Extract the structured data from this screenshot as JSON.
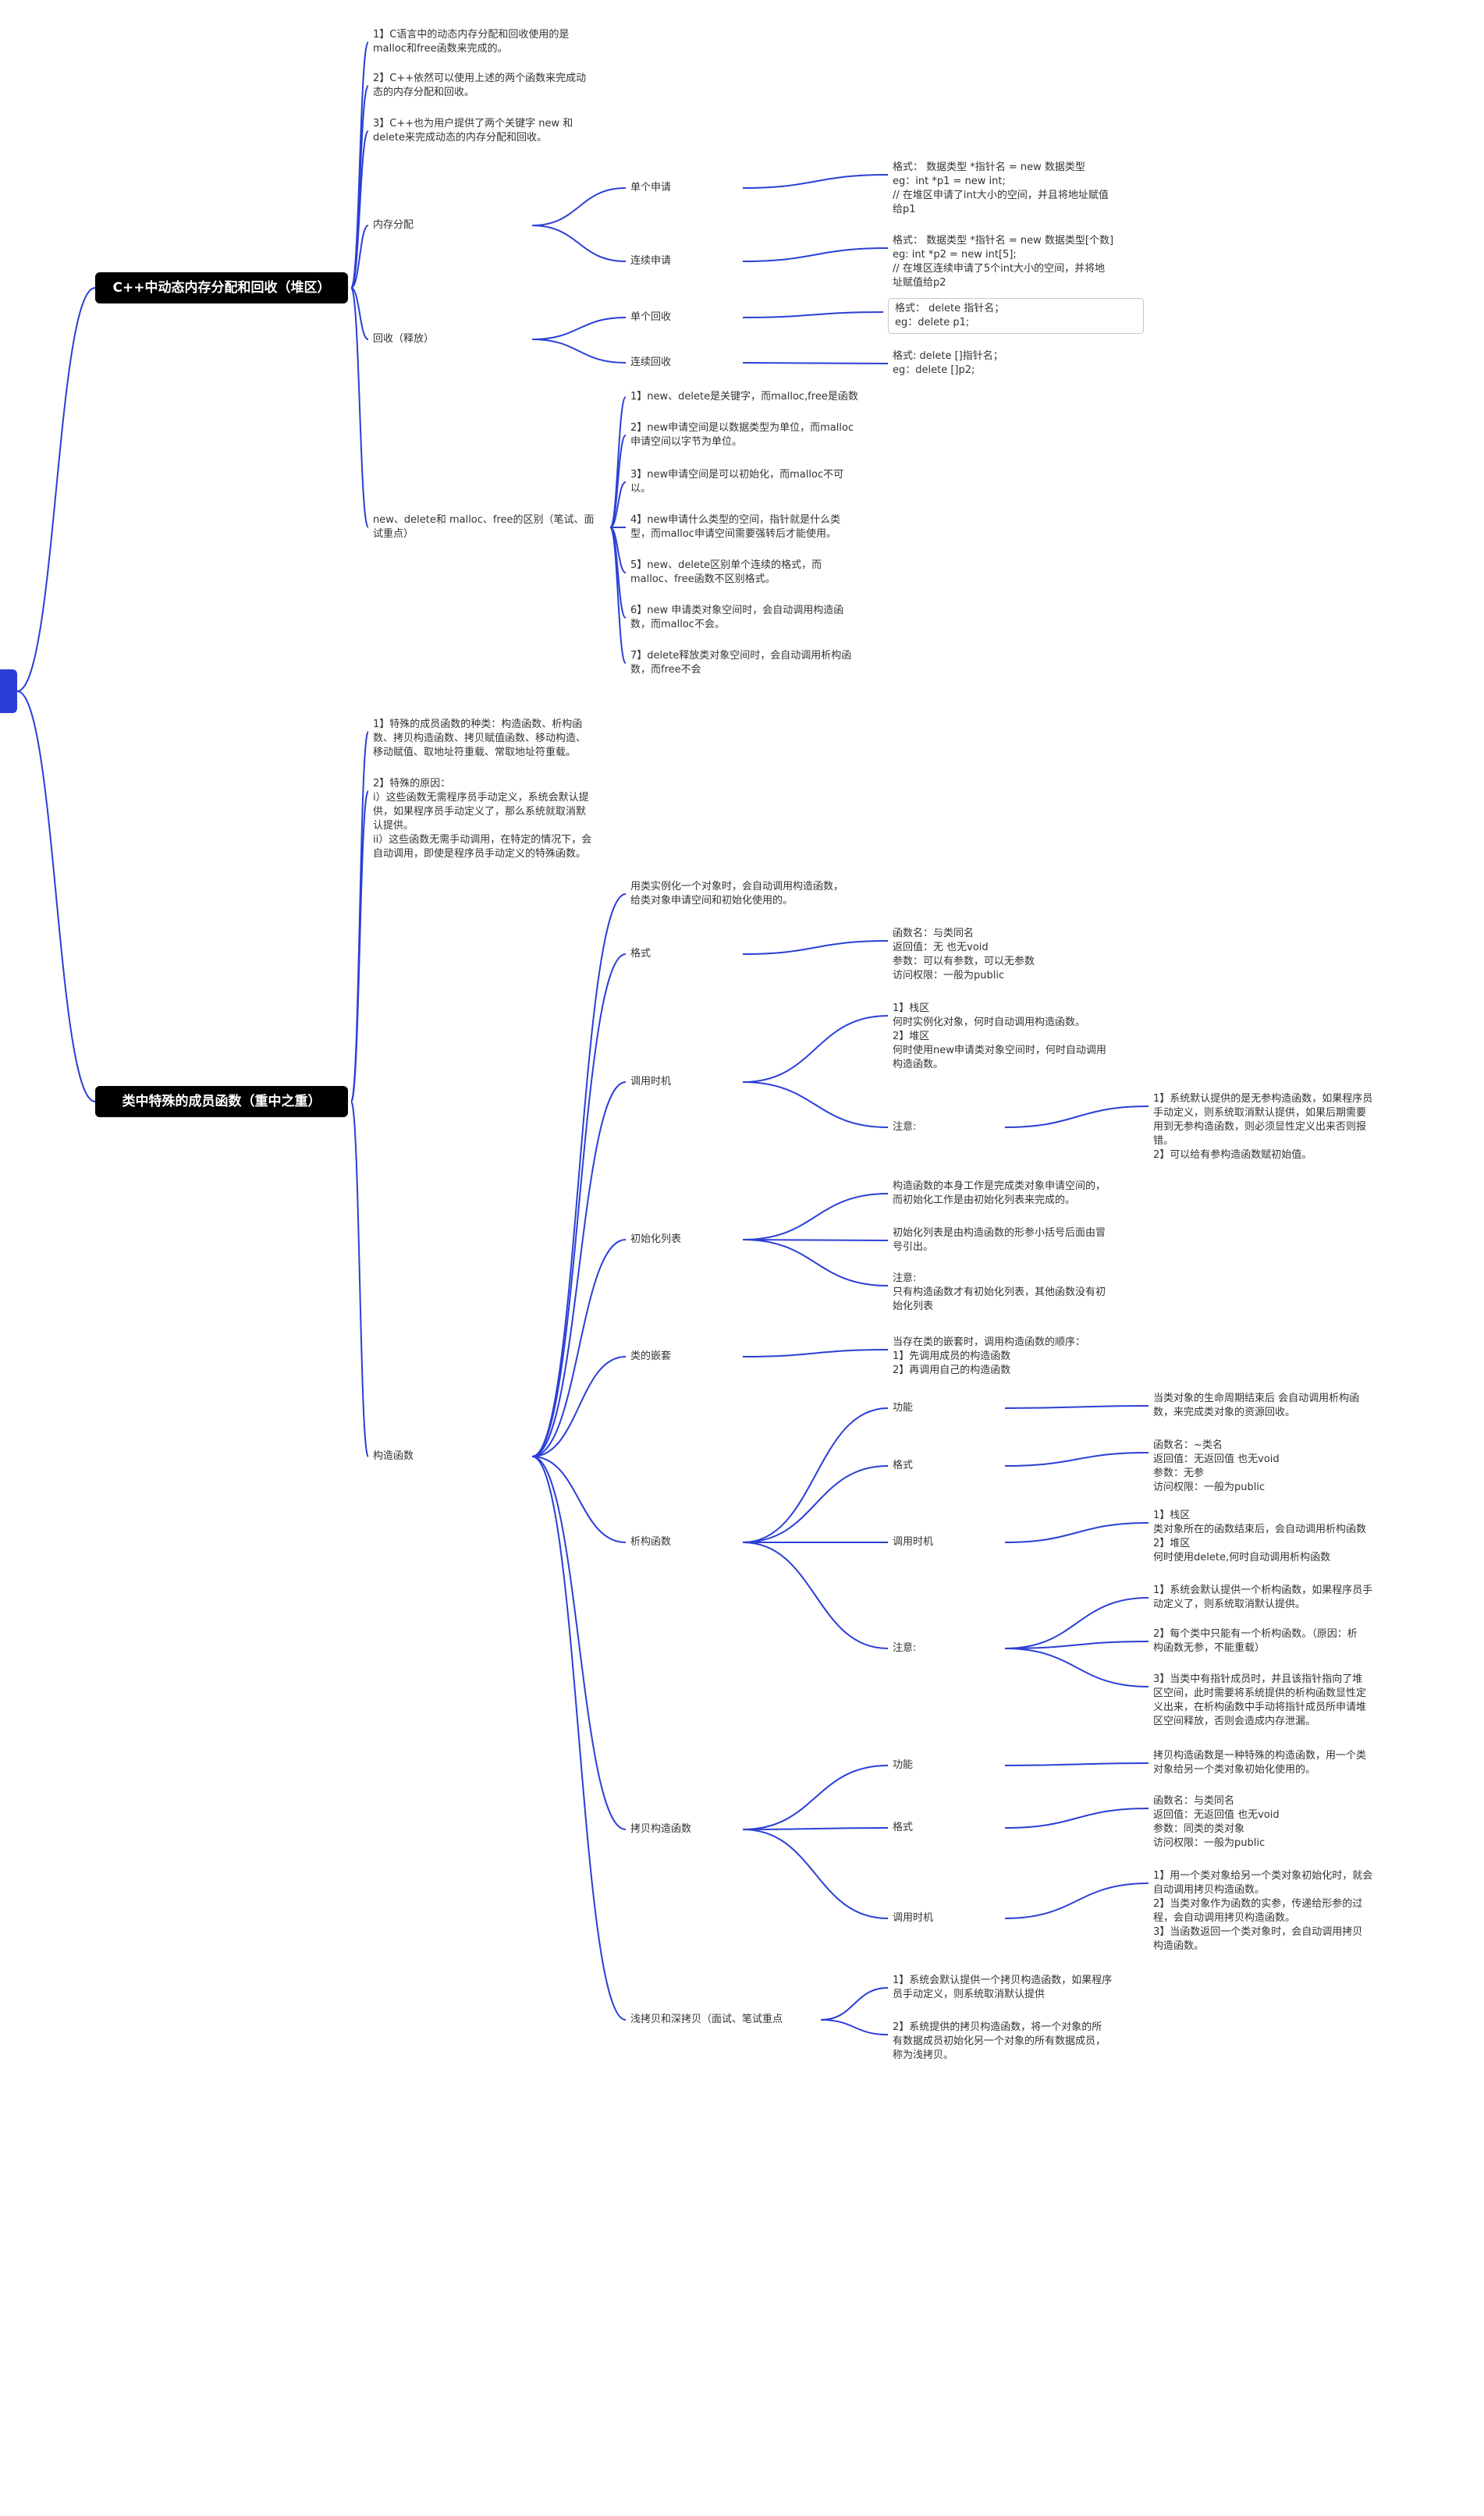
{
  "colors": {
    "line": "#2b3fd6",
    "topic_bg": "#000000",
    "topic_fg": "#ffffff",
    "root": "#2b3fd6"
  },
  "topics": {
    "t1": "C++中动态内存分配和回收（堆区）",
    "t2": "类中特殊的成员函数（重中之重）"
  },
  "n": {
    "c1": [
      "1】C语言中的动态内存分配和回收使用的是",
      "malloc和free函数来完成的。"
    ],
    "c2": [
      "2】C++依然可以使用上述的两个函数来完成动",
      "态的内存分配和回收。"
    ],
    "c3": [
      "3】C++也为用户提供了两个关键字 new 和",
      "delete来完成动态的内存分配和回收。"
    ],
    "alloc": [
      "内存分配"
    ],
    "alloc_single": [
      "单个申请"
    ],
    "alloc_single_d": [
      "格式：  数据类型 *指针名 = new 数据类型",
      "eg：int *p1 = new int;",
      "// 在堆区申请了int大小的空间，并且将地址赋值",
      "给p1"
    ],
    "alloc_multi": [
      "连续申请"
    ],
    "alloc_multi_d": [
      "格式：   数据类型 *指针名 = new 数据类型[个数]",
      "eg: int *p2 = new int[5];",
      "// 在堆区连续申请了5个int大小的空间，并将地",
      "址赋值给p2"
    ],
    "free": [
      "回收（释放）"
    ],
    "free_single": [
      "单个回收"
    ],
    "free_single_d": [
      "格式：  delete 指针名；",
      "eg：delete p1;"
    ],
    "free_multi": [
      "连续回收"
    ],
    "free_multi_d": [
      "格式: delete []指针名；",
      "eg：delete []p2;"
    ],
    "diff": [
      "new、delete和 malloc、free的区别（笔试、面",
      "试重点）"
    ],
    "d1": [
      "1】new、delete是关键字，而malloc,free是函数"
    ],
    "d2": [
      "2】new申请空间是以数据类型为单位，而malloc",
      "申请空间以字节为单位。"
    ],
    "d3": [
      "3】new申请空间是可以初始化，而malloc不可",
      "以。"
    ],
    "d4": [
      "4】new申请什么类型的空间，指针就是什么类",
      "型，而malloc申请空间需要强转后才能使用。"
    ],
    "d5": [
      "5】new、delete区别单个连续的格式，而",
      "malloc、free函数不区别格式。"
    ],
    "d6": [
      "6】new 申请类对象空间时，会自动调用构造函",
      "数，而malloc不会。"
    ],
    "d7": [
      "7】delete释放类对象空间时，会自动调用析构函",
      "数，而free不会"
    ],
    "s1": [
      "1】特殊的成员函数的种类：构造函数、析构函",
      "数、拷贝构造函数、拷贝赋值函数、移动构造、",
      "移动赋值、取地址符重载、常取地址符重载。"
    ],
    "s2": [
      "2】特殊的原因：",
      "i）这些函数无需程序员手动定义，系统会默认提",
      "供，如果程序员手动定义了，那么系统就取消默",
      "认提供。",
      "ii）这些函数无需手动调用，在特定的情况下，会",
      "自动调用，即使是程序员手动定义的特殊函数。"
    ],
    "ctor": [
      "构造函数"
    ],
    "ctor_d": [
      "用类实例化一个对象时，会自动调用构造函数，",
      "给类对象申请空间和初始化使用的。"
    ],
    "fmt": [
      "格式"
    ],
    "fmt_d": [
      "函数名：与类同名",
      "返回值：无 也无void",
      "参数：可以有参数，可以无参数",
      "访问权限：一般为public"
    ],
    "call": [
      "调用时机"
    ],
    "call_d1": [
      "1】栈区",
      "何时实例化对象，何时自动调用构造函数。",
      "2】堆区",
      "何时使用new申请类对象空间时，何时自动调用",
      "构造函数。"
    ],
    "note": [
      "注意:"
    ],
    "note_d": [
      "1】系统默认提供的是无参构造函数，如果程序员",
      "手动定义，则系统取消默认提供，如果后期需要",
      "用到无参构造函数，则必须显性定义出来否则报",
      "错。",
      "2】可以给有参构造函数赋初始值。"
    ],
    "init": [
      "初始化列表"
    ],
    "init_d1": [
      "构造函数的本身工作是完成类对象申请空间的，",
      "而初始化工作是由初始化列表来完成的。"
    ],
    "init_d2": [
      "初始化列表是由构造函数的形参小括号后面由冒",
      "号引出。"
    ],
    "init_d3": [
      "注意:",
      "只有构造函数才有初始化列表，其他函数没有初",
      "始化列表"
    ],
    "nest": [
      "类的嵌套"
    ],
    "nest_d": [
      "当存在类的嵌套时，调用构造函数的顺序：",
      "1】先调用成员的构造函数",
      "2】再调用自己的构造函数"
    ],
    "dtor": [
      "析构函数"
    ],
    "dtor_func": [
      "功能"
    ],
    "dtor_func_d": [
      "当类对象的生命周期结束后 会自动调用析构函",
      "数，来完成类对象的资源回收。"
    ],
    "dtor_fmt": [
      "格式"
    ],
    "dtor_fmt_d": [
      "函数名：~类名",
      "返回值：无返回值 也无void",
      "参数：无参",
      "访问权限：一般为public"
    ],
    "dtor_call": [
      "调用时机"
    ],
    "dtor_call_d": [
      "1】栈区",
      "类对象所在的函数结束后，会自动调用析构函数",
      "2】堆区",
      "何时使用delete,何时自动调用析构函数"
    ],
    "dtor_note": [
      "注意:"
    ],
    "dtor_note_1": [
      "1】系统会默认提供一个析构函数，如果程序员手",
      "动定义了，则系统取消默认提供。"
    ],
    "dtor_note_2": [
      "2】每个类中只能有一个析构函数。（原因：析",
      "构函数无参，不能重载）"
    ],
    "dtor_note_3": [
      "3】当类中有指针成员时，并且该指针指向了堆",
      "区空间，此时需要将系统提供的析构函数显性定",
      "义出来，在析构函数中手动将指针成员所申请堆",
      "区空间释放，否则会造成内存泄漏。"
    ],
    "copy": [
      "拷贝构造函数"
    ],
    "copy_func": [
      "功能"
    ],
    "copy_func_d": [
      "拷贝构造函数是一种特殊的构造函数，用一个类",
      "对象给另一个类对象初始化使用的。"
    ],
    "copy_fmt": [
      "格式"
    ],
    "copy_fmt_d": [
      "函数名：与类同名",
      "返回值：无返回值 也无void",
      "参数：同类的类对象",
      "访问权限：一般为public"
    ],
    "copy_call": [
      "调用时机"
    ],
    "copy_call_d": [
      "1】用一个类对象给另一个类对象初始化时，就会",
      "自动调用拷贝构造函数。",
      "2】当类对象作为函数的实参，传递给形参的过",
      "程，会自动调用拷贝构造函数。",
      "3】当函数返回一个类对象时，会自动调用拷贝",
      "构造函数。"
    ],
    "sd": [
      "浅拷贝和深拷贝（面试、笔试重点"
    ],
    "sd_1": [
      "1】系统会默认提供一个拷贝构造函数，如果程序",
      "员手动定义，则系统取消默认提供"
    ],
    "sd_2": [
      "2】系统提供的拷贝构造函数，将一个对象的所",
      "有数据成员初始化另一个对象的所有数据成员，",
      "称为浅拷贝。"
    ]
  }
}
